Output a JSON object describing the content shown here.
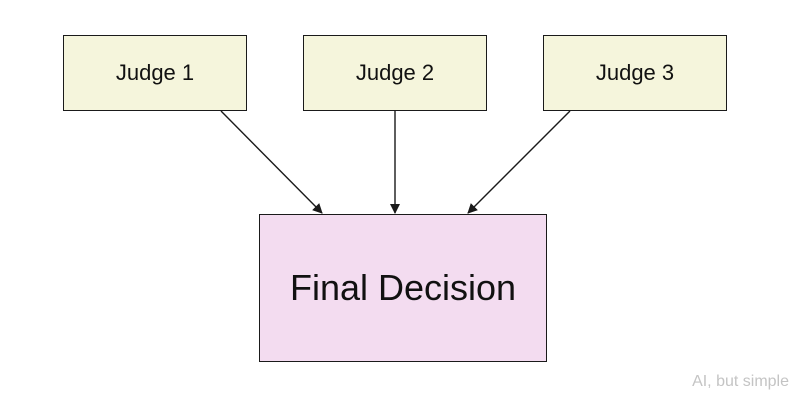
{
  "nodes": {
    "judge_1": "Judge 1",
    "judge_2": "Judge 2",
    "judge_3": "Judge 3",
    "final": "Final Decision"
  },
  "edges": [
    {
      "from": "judge_1",
      "to": "final"
    },
    {
      "from": "judge_2",
      "to": "final"
    },
    {
      "from": "judge_3",
      "to": "final"
    }
  ],
  "colors": {
    "judge_fill": "#f5f5dc",
    "final_fill": "#f3dcf0",
    "stroke": "#1a1a1a"
  },
  "watermark": "AI, but simple"
}
